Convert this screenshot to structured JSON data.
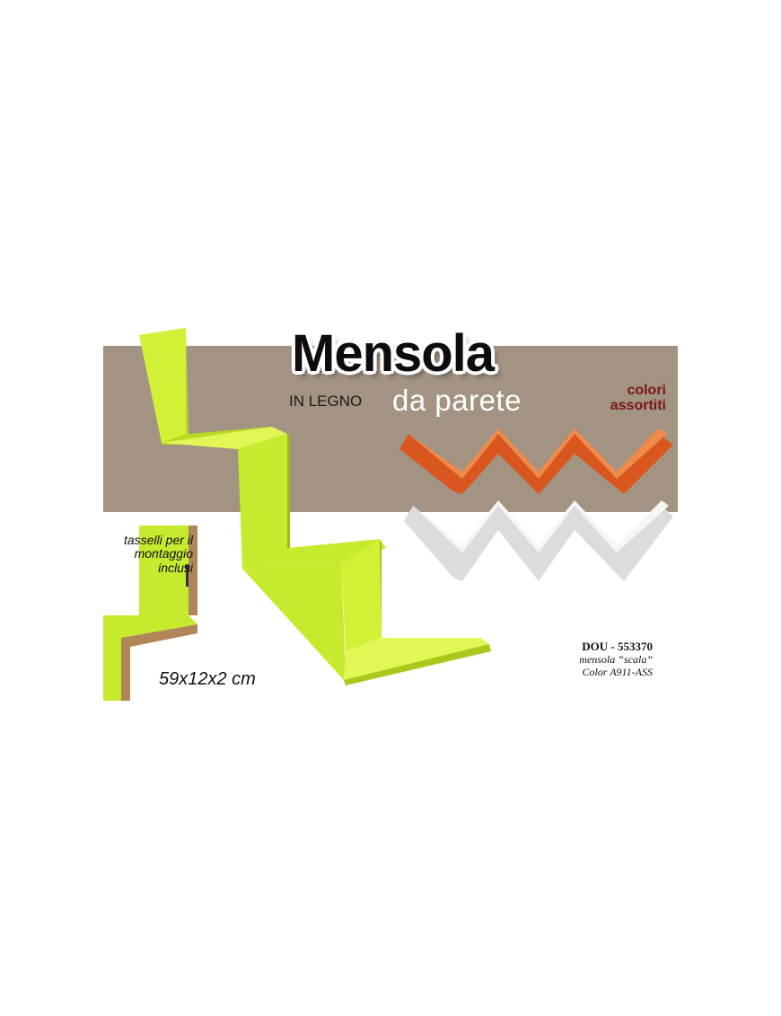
{
  "title": "Mensola",
  "subtitle_material": "IN LEGNO",
  "subtitle_usage": "da parete",
  "colors_note": [
    "colori",
    "assortiti"
  ],
  "anchors_note": [
    "tasselli per il",
    "montaggio",
    "inclusi"
  ],
  "dimensions": "59x12x2 cm",
  "product_code": {
    "line1": "DOU - 553370",
    "line2": "mensola “scala”",
    "line3": "Color A911-ASS"
  },
  "colors": {
    "band": "#a39382",
    "lime_shelf": "#c6ea2e",
    "orange_shelf": "#e0652a",
    "white_shelf": "#ebebeb",
    "title_text": "#0d0d0d",
    "colors_note_text": "#7a1616"
  }
}
